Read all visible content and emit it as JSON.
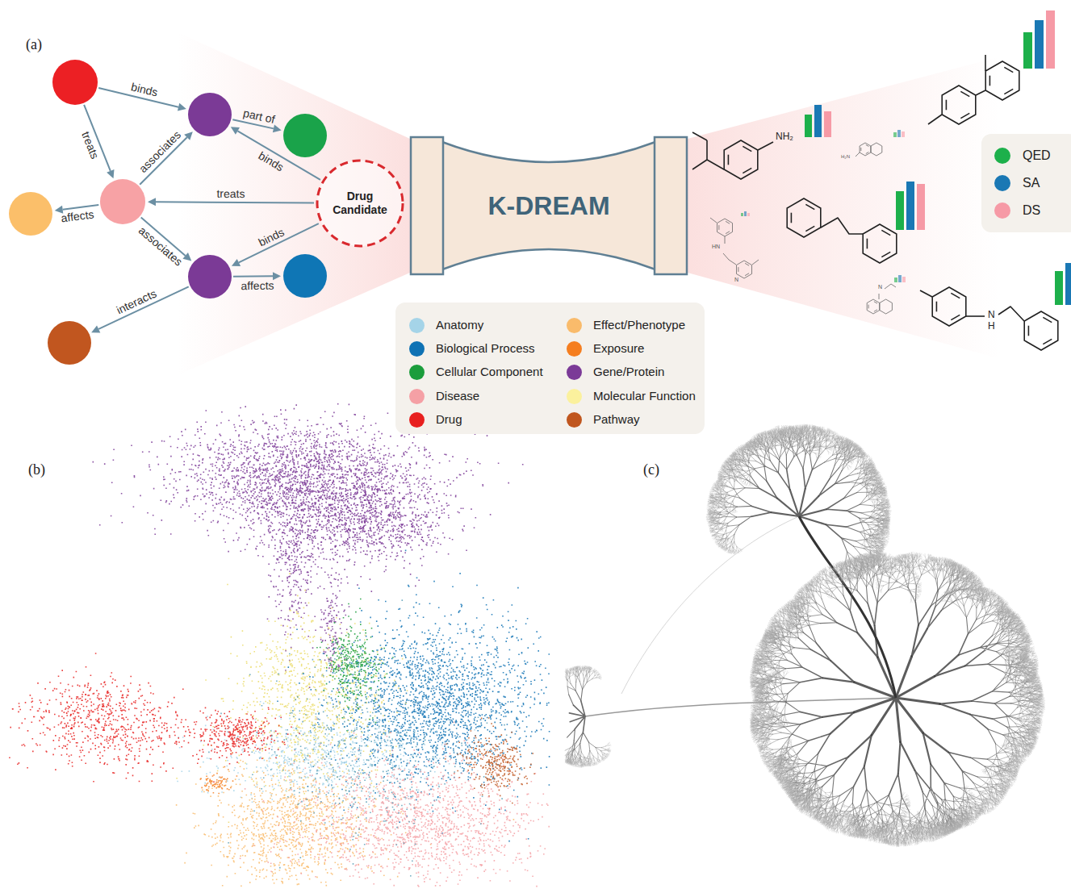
{
  "diagram": {
    "nodes": [
      {
        "text": [
          "Drug Candidate"
        ]
      },
      {
        "text": [
          "K-DREAM"
        ]
      }
    ],
    "labels": [
      "(a)",
      "binds",
      "treats",
      "associates",
      "part of",
      "binds",
      "treats",
      "affects",
      "associates",
      "binds",
      "affects",
      "interacts",
      "NH₂",
      "H₂N",
      "HN",
      "N",
      "N",
      "N",
      "H",
      "(b)",
      "(c)"
    ],
    "legend": [
      {
        "text": "QED",
        "color": "#1db04b"
      },
      {
        "text": "SA",
        "color": "#1a78b4"
      },
      {
        "text": "DS",
        "color": "#f69aa6"
      },
      {
        "text": "Anatomy",
        "color": "#a5d4e8"
      },
      {
        "text": "Biological Process",
        "color": "#0f72b4"
      },
      {
        "text": "Cellular Component",
        "color": "#1b9d3c"
      },
      {
        "text": "Disease",
        "color": "#f5a0a5"
      },
      {
        "text": "Drug",
        "color": "#e8201f"
      },
      {
        "text": "Effect/Phenotype",
        "color": "#f9bb6b"
      },
      {
        "text": "Exposure",
        "color": "#f57e1f"
      },
      {
        "text": "Gene/Protein",
        "color": "#7b3a97"
      },
      {
        "text": "Molecular Function",
        "color": "#fbf19d"
      },
      {
        "text": "Pathway",
        "color": "#c0561e"
      }
    ]
  }
}
